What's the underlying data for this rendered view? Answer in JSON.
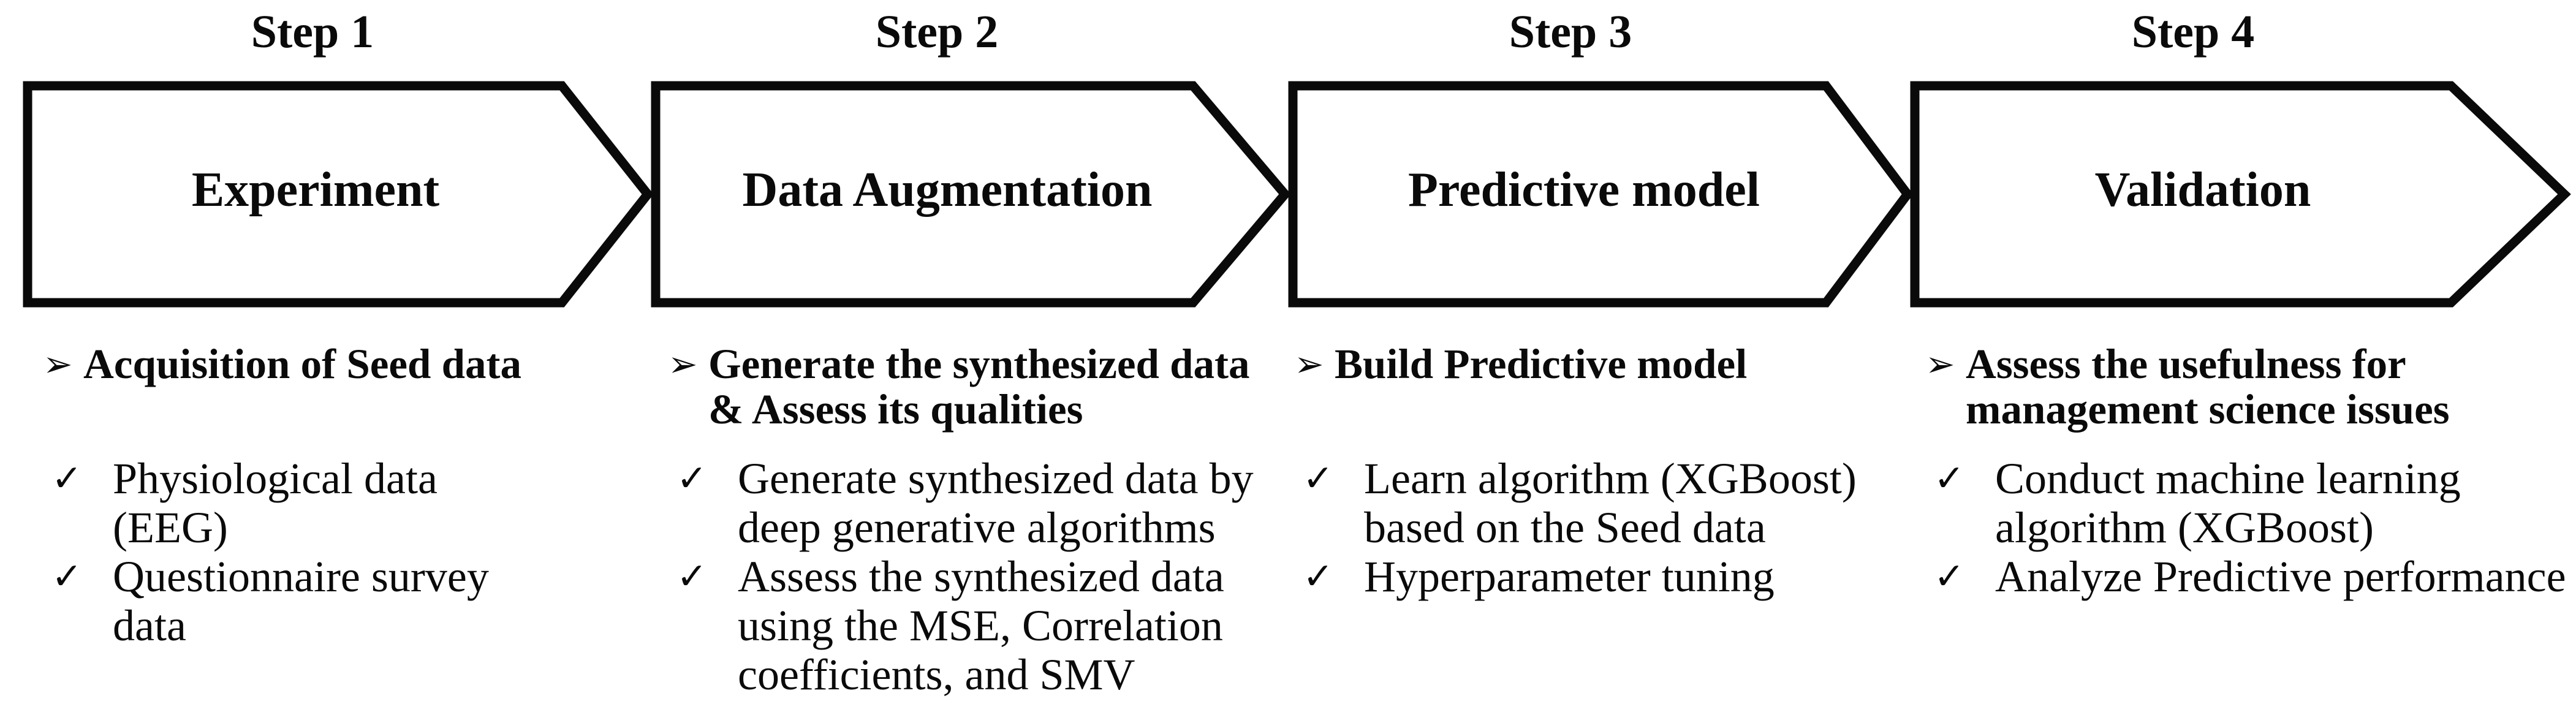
{
  "figure": {
    "background_color": "#ffffff",
    "ink_color": "#0a0a0a",
    "arrow_fill_color": "#ffffff",
    "bullet_glyph": "➢",
    "check_glyph": "✓"
  },
  "steps": [
    {
      "step_label": "Step 1",
      "arrow_label": "Experiment",
      "header_marker": "➢",
      "header": "Acquisition of Seed data",
      "items": [
        {
          "marker": "✓",
          "text": "Physiological data\n(EEG)"
        },
        {
          "marker": "✓",
          "text": "Questionnaire survey\ndata"
        }
      ]
    },
    {
      "step_label": "Step 2",
      "arrow_label": "Data Augmentation",
      "header_marker": "➢",
      "header": "Generate the synthesized data\n& Assess its qualities",
      "items": [
        {
          "marker": "✓",
          "text": "Generate synthesized data by\ndeep generative algorithms"
        },
        {
          "marker": "✓",
          "text": "Assess the synthesized data\nusing the MSE, Correlation\ncoefficients, and SMV"
        }
      ]
    },
    {
      "step_label": "Step 3",
      "arrow_label": "Predictive model",
      "header_marker": "➢",
      "header": "Build Predictive model",
      "items": [
        {
          "marker": "✓",
          "text": "Learn algorithm (XGBoost)\nbased on the Seed data"
        },
        {
          "marker": "✓",
          "text": "Hyperparameter tuning"
        }
      ]
    },
    {
      "step_label": "Step 4",
      "arrow_label": "Validation",
      "header_marker": "➢",
      "header": "Assess the usefulness for\nmanagement science issues",
      "items": [
        {
          "marker": "✓",
          "text": "Conduct machine learning\nalgorithm (XGBoost)"
        },
        {
          "marker": "✓",
          "text": "Analyze Predictive performance"
        }
      ]
    }
  ]
}
